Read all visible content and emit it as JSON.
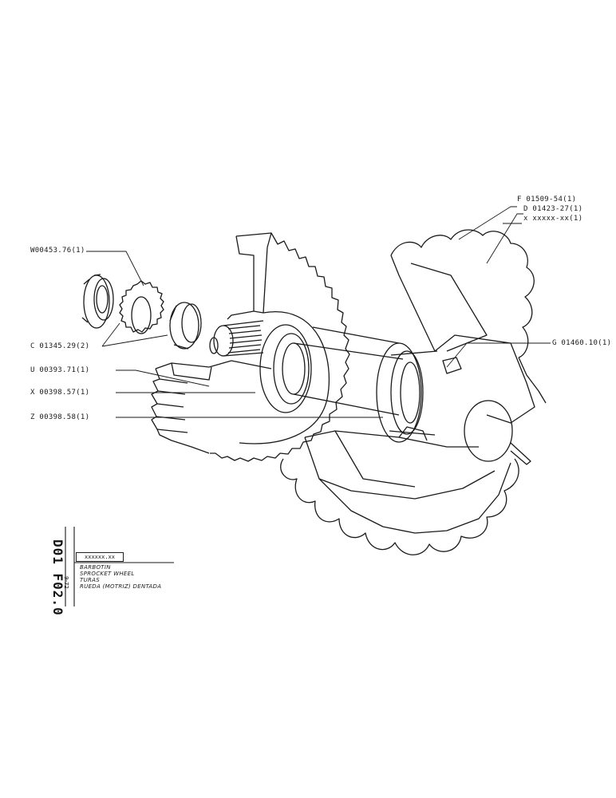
{
  "callouts": {
    "w00453": "W00453.76(1)",
    "c01345": "C 01345.29(2)",
    "u00393": "U 00393.71(1)",
    "x00398": "X 00398.57(1)",
    "z00398": "Z 00398.58(1)",
    "f01509": "F 01509-54(1)",
    "d01423": "D 01423-27(1)",
    "xxxxx": "x xxxxx-xx(1)",
    "g01460": "G 01460.10(1)"
  },
  "title_block": {
    "doc_code": "D01 F02.0",
    "date": "9-72",
    "ref": "xxxxxx.xx",
    "lines": [
      "BARBOTIN",
      "SPROCKET WHEEL",
      "TURAS",
      "RUEDA (MOTRIZ) DENTADA"
    ]
  },
  "colors": {
    "ink": "#1a1a1a",
    "paper": "#ffffff"
  }
}
